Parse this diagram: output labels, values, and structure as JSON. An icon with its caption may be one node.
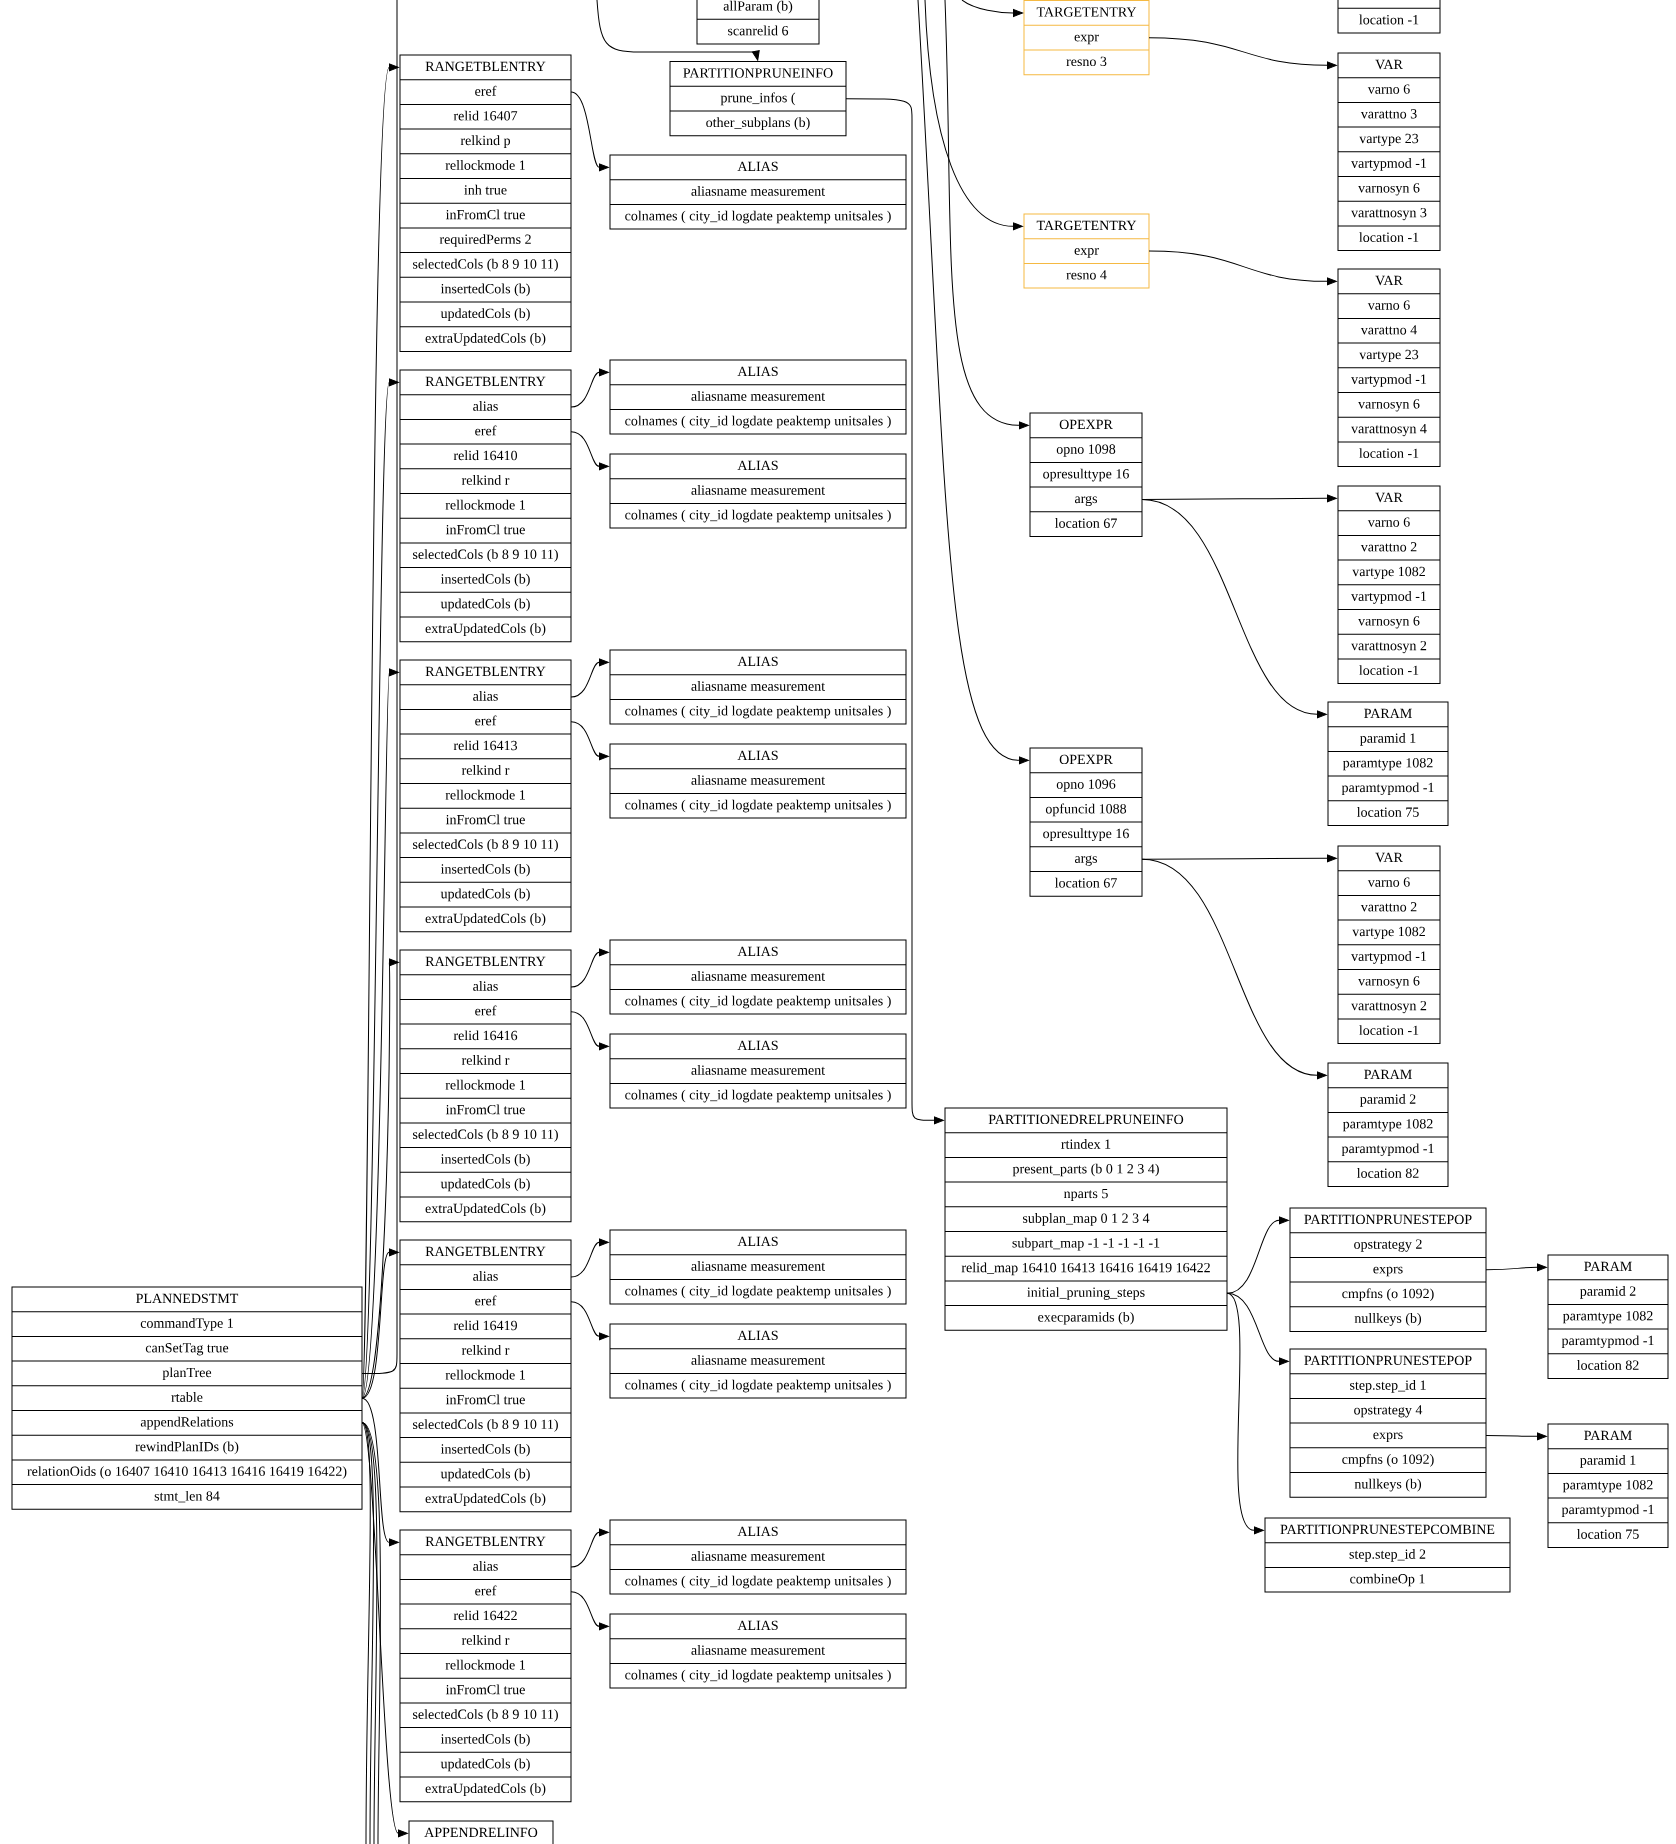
{
  "diagram": {
    "nodes": [
      {
        "text": [
          "PLANNEDSTMT",
          "commandType 1",
          "canSetTag true",
          "planTree",
          "rtable",
          "appendRelations",
          "rewindPlanIDs (b)",
          "relationOids (o 16407 16410 16413 16416 16419 16422)",
          "stmt_len 84"
        ]
      },
      {
        "text": [
          "RANGETBLENTRY",
          "eref",
          "relid 16407",
          "relkind p",
          "rellockmode 1",
          "inh true",
          "inFromCl true",
          "requiredPerms 2",
          "selectedCols (b 8 9 10 11)",
          "insertedCols (b)",
          "updatedCols (b)",
          "extraUpdatedCols (b)"
        ]
      },
      {
        "text": [
          "ALIAS",
          "aliasname measurement",
          "colnames ( city_id logdate peaktemp unitsales )"
        ]
      },
      {
        "text": [
          "RANGETBLENTRY",
          "alias",
          "eref",
          "relid 16410",
          "relkind r",
          "rellockmode 1",
          "inFromCl true",
          "selectedCols (b 8 9 10 11)",
          "insertedCols (b)",
          "updatedCols (b)",
          "extraUpdatedCols (b)"
        ]
      },
      {
        "text": [
          "ALIAS",
          "aliasname measurement",
          "colnames ( city_id logdate peaktemp unitsales )"
        ]
      },
      {
        "text": [
          "ALIAS",
          "aliasname measurement",
          "colnames ( city_id logdate peaktemp unitsales )"
        ]
      },
      {
        "text": [
          "RANGETBLENTRY",
          "alias",
          "eref",
          "relid 16413",
          "relkind r",
          "rellockmode 1",
          "inFromCl true",
          "selectedCols (b 8 9 10 11)",
          "insertedCols (b)",
          "updatedCols (b)",
          "extraUpdatedCols (b)"
        ]
      },
      {
        "text": [
          "ALIAS",
          "aliasname measurement",
          "colnames ( city_id logdate peaktemp unitsales )"
        ]
      },
      {
        "text": [
          "ALIAS",
          "aliasname measurement",
          "colnames ( city_id logdate peaktemp unitsales )"
        ]
      },
      {
        "text": [
          "RANGETBLENTRY",
          "alias",
          "eref",
          "relid 16416",
          "relkind r",
          "rellockmode 1",
          "inFromCl true",
          "selectedCols (b 8 9 10 11)",
          "insertedCols (b)",
          "updatedCols (b)",
          "extraUpdatedCols (b)"
        ]
      },
      {
        "text": [
          "ALIAS",
          "aliasname measurement",
          "colnames ( city_id logdate peaktemp unitsales )"
        ]
      },
      {
        "text": [
          "ALIAS",
          "aliasname measurement",
          "colnames ( city_id logdate peaktemp unitsales )"
        ]
      },
      {
        "text": [
          "RANGETBLENTRY",
          "alias",
          "eref",
          "relid 16419",
          "relkind r",
          "rellockmode 1",
          "inFromCl true",
          "selectedCols (b 8 9 10 11)",
          "insertedCols (b)",
          "updatedCols (b)",
          "extraUpdatedCols (b)"
        ]
      },
      {
        "text": [
          "ALIAS",
          "aliasname measurement",
          "colnames ( city_id logdate peaktemp unitsales )"
        ]
      },
      {
        "text": [
          "ALIAS",
          "aliasname measurement",
          "colnames ( city_id logdate peaktemp unitsales )"
        ]
      },
      {
        "text": [
          "RANGETBLENTRY",
          "alias",
          "eref",
          "relid 16422",
          "relkind r",
          "rellockmode 1",
          "inFromCl true",
          "selectedCols (b 8 9 10 11)",
          "insertedCols (b)",
          "updatedCols (b)",
          "extraUpdatedCols (b)"
        ]
      },
      {
        "text": [
          "ALIAS",
          "aliasname measurement",
          "colnames ( city_id logdate peaktemp unitsales )"
        ]
      },
      {
        "text": [
          "ALIAS",
          "aliasname measurement",
          "colnames ( city_id logdate peaktemp unitsales )"
        ]
      },
      {
        "text": [
          "APPENDRELINFO"
        ]
      },
      {
        "text": [
          "allParam (b)",
          "scanrelid 6"
        ]
      },
      {
        "text": [
          "PARTITIONPRUNEINFO",
          "prune_infos (",
          "other_subplans (b)"
        ]
      },
      {
        "text": [
          "PARTITIONEDRELPRUNEINFO",
          "rtindex 1",
          "present_parts (b 0 1 2 3 4)",
          "nparts 5",
          "subplan_map 0 1 2 3 4",
          "subpart_map -1 -1 -1 -1 -1",
          "relid_map 16410 16413 16416 16419 16422",
          "initial_pruning_steps",
          "execparamids (b)"
        ]
      },
      {
        "text": [
          "PARTITIONPRUNESTEPOP",
          "opstrategy 2",
          "exprs",
          "cmpfns (o 1092)",
          "nullkeys (b)"
        ]
      },
      {
        "text": [
          "PARAM",
          "paramid 2",
          "paramtype 1082",
          "paramtypmod -1",
          "location 82"
        ]
      },
      {
        "text": [
          "PARTITIONPRUNESTEPOP",
          "step.step_id 1",
          "opstrategy 4",
          "exprs",
          "cmpfns (o 1092)",
          "nullkeys (b)"
        ]
      },
      {
        "text": [
          "PARAM",
          "paramid 1",
          "paramtype 1082",
          "paramtypmod -1",
          "location 75"
        ]
      },
      {
        "text": [
          "PARTITIONPRUNESTEPCOMBINE",
          "step.step_id 2",
          "combineOp 1"
        ]
      },
      {
        "text": [
          "location -1"
        ]
      },
      {
        "text": [
          "TARGETENTRY",
          "expr",
          "resno 3"
        ]
      },
      {
        "text": [
          "VAR",
          "varno 6",
          "varattno 3",
          "vartype 23",
          "vartypmod -1",
          "varnosyn 6",
          "varattnosyn 3",
          "location -1"
        ]
      },
      {
        "text": [
          "TARGETENTRY",
          "expr",
          "resno 4"
        ]
      },
      {
        "text": [
          "VAR",
          "varno 6",
          "varattno 4",
          "vartype 23",
          "vartypmod -1",
          "varnosyn 6",
          "varattnosyn 4",
          "location -1"
        ]
      },
      {
        "text": [
          "OPEXPR",
          "opno 1098",
          "opresulttype 16",
          "args",
          "location 67"
        ]
      },
      {
        "text": [
          "VAR",
          "varno 6",
          "varattno 2",
          "vartype 1082",
          "vartypmod -1",
          "varnosyn 6",
          "varattnosyn 2",
          "location -1"
        ]
      },
      {
        "text": [
          "PARAM",
          "paramid 1",
          "paramtype 1082",
          "paramtypmod -1",
          "location 75"
        ]
      },
      {
        "text": [
          "OPEXPR",
          "opno 1096",
          "opfuncid 1088",
          "opresulttype 16",
          "args",
          "location 67"
        ]
      },
      {
        "text": [
          "VAR",
          "varno 6",
          "varattno 2",
          "vartype 1082",
          "vartypmod -1",
          "varnosyn 6",
          "varattnosyn 2",
          "location -1"
        ]
      },
      {
        "text": [
          "PARAM",
          "paramid 2",
          "paramtype 1082",
          "paramtypmod -1",
          "location 82"
        ]
      }
    ],
    "edges": [
      {
        "from": 0,
        "to": null,
        "arrow": "none"
      },
      {
        "from": 0,
        "to": 1,
        "arrow": "to"
      },
      {
        "from": 0,
        "to": 3,
        "arrow": "to"
      },
      {
        "from": 0,
        "to": 6,
        "arrow": "to"
      },
      {
        "from": 0,
        "to": 9,
        "arrow": "to"
      },
      {
        "from": 0,
        "to": 12,
        "arrow": "to"
      },
      {
        "from": 0,
        "to": 15,
        "arrow": "to"
      },
      {
        "from": 0,
        "to": 18,
        "arrow": "to"
      },
      {
        "from": 0,
        "to": null,
        "arrow": "none"
      },
      {
        "from": 0,
        "to": null,
        "arrow": "none"
      },
      {
        "from": 0,
        "to": null,
        "arrow": "none"
      },
      {
        "from": 0,
        "to": null,
        "arrow": "none"
      },
      {
        "from": 1,
        "to": 2,
        "arrow": "to"
      },
      {
        "from": 3,
        "to": 4,
        "arrow": "to"
      },
      {
        "from": 3,
        "to": 5,
        "arrow": "to"
      },
      {
        "from": 6,
        "to": 7,
        "arrow": "to"
      },
      {
        "from": 6,
        "to": 8,
        "arrow": "to"
      },
      {
        "from": 9,
        "to": 10,
        "arrow": "to"
      },
      {
        "from": 9,
        "to": 11,
        "arrow": "to"
      },
      {
        "from": 12,
        "to": 13,
        "arrow": "to"
      },
      {
        "from": 12,
        "to": 14,
        "arrow": "to"
      },
      {
        "from": 15,
        "to": 16,
        "arrow": "to"
      },
      {
        "from": 15,
        "to": 17,
        "arrow": "to"
      },
      {
        "from": null,
        "to": 20,
        "arrow": "to"
      },
      {
        "from": 20,
        "to": 21,
        "arrow": "to"
      },
      {
        "from": 21,
        "to": 22,
        "arrow": "to"
      },
      {
        "from": 21,
        "to": 24,
        "arrow": "to"
      },
      {
        "from": 21,
        "to": 26,
        "arrow": "to"
      },
      {
        "from": 22,
        "to": 23,
        "arrow": "to"
      },
      {
        "from": 24,
        "to": 25,
        "arrow": "to"
      },
      {
        "from": null,
        "to": 28,
        "arrow": "to"
      },
      {
        "from": null,
        "to": 30,
        "arrow": "to"
      },
      {
        "from": null,
        "to": 32,
        "arrow": "to"
      },
      {
        "from": null,
        "to": 35,
        "arrow": "to"
      },
      {
        "from": 28,
        "to": 29,
        "arrow": "to"
      },
      {
        "from": 30,
        "to": 31,
        "arrow": "to"
      },
      {
        "from": 32,
        "to": 33,
        "arrow": "to"
      },
      {
        "from": 32,
        "to": 34,
        "arrow": "to"
      },
      {
        "from": 35,
        "to": 36,
        "arrow": "to"
      },
      {
        "from": 35,
        "to": 37,
        "arrow": "to"
      }
    ]
  }
}
